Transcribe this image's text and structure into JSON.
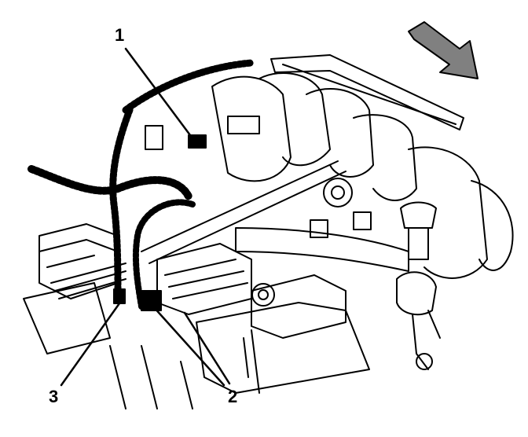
{
  "diagram": {
    "subject": "engine",
    "callouts": [
      {
        "label": "1"
      },
      {
        "label": "2"
      },
      {
        "label": "3"
      }
    ],
    "colors": {
      "line": "#000000",
      "arrow_fill": "#808080",
      "background": "#ffffff"
    }
  }
}
